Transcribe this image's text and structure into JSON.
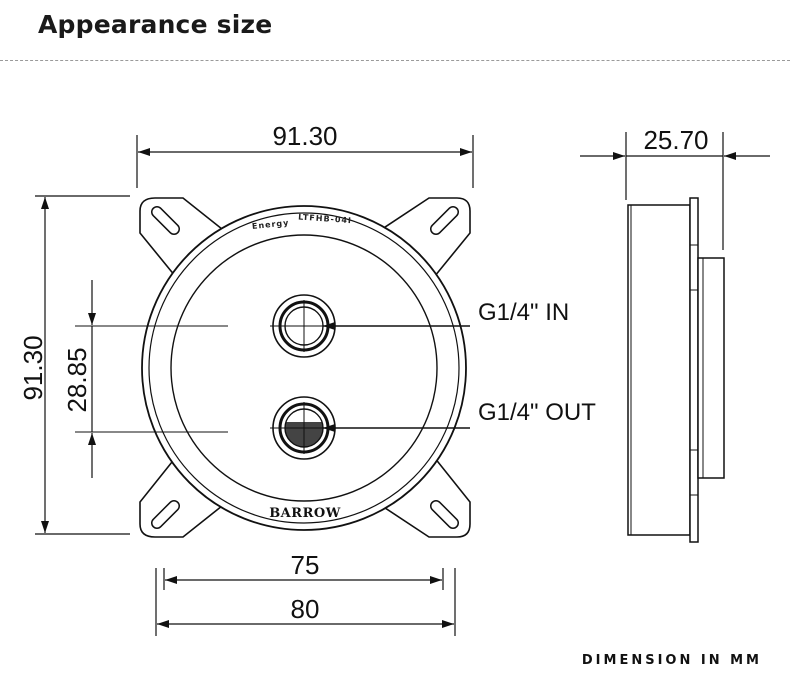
{
  "header": {
    "title": "Appearance size"
  },
  "labels": {
    "model": "LTFHB-04I",
    "series": "Energy",
    "brand": "BARROW",
    "port_in": "G1/4\" IN",
    "port_out": "G1/4\" OUT"
  },
  "dimensions": {
    "top_width": "91.30",
    "side_depth": "25.70",
    "left_height": "91.30",
    "port_spacing": "28.85",
    "hole_spacing": "75",
    "bottom_width": "80"
  },
  "footer": {
    "unit_note": "DIMENSION IN MM"
  }
}
